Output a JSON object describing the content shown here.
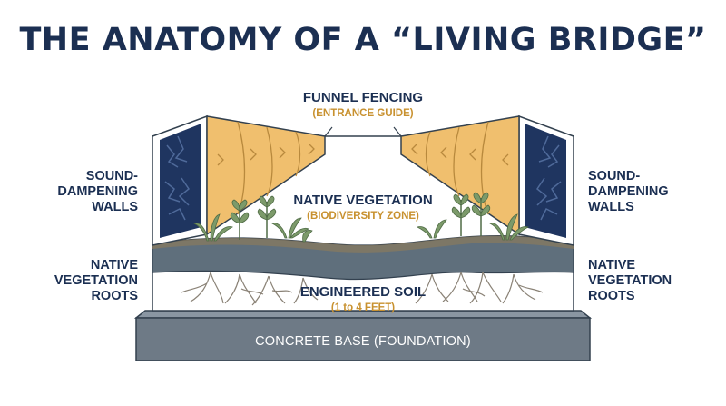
{
  "title": "THE ANATOMY OF A “LIVING BRIDGE”",
  "funnel": {
    "label": "FUNNEL FENCING",
    "sub": "(ENTRANCE GUIDE)"
  },
  "vegetation": {
    "label": "NATIVE VEGETATION",
    "sub": "(BIODIVERSITY ZONE)"
  },
  "soil": {
    "label": "ENGINEERED SOIL",
    "sub": "(1 to 4 FEET)"
  },
  "base": {
    "label": "CONCRETE BASE (FOUNDATION)"
  },
  "left_walls": [
    "SOUND-",
    "DAMPENING",
    "WALLS"
  ],
  "left_roots": [
    "NATIVE",
    "VEGETATION",
    "ROOTS"
  ],
  "right_walls": [
    "SOUND-",
    "DAMPENING",
    "WALLS"
  ],
  "right_roots": [
    "NATIVE",
    "VEGETATION",
    "ROOTS"
  ],
  "colors": {
    "navy": "#1b2f52",
    "gold": "#c8912f",
    "fence": "#f0bf6e",
    "plant": "#7c9a6a",
    "base": "#6e7a86",
    "soil_band": "#5f6f7c"
  }
}
